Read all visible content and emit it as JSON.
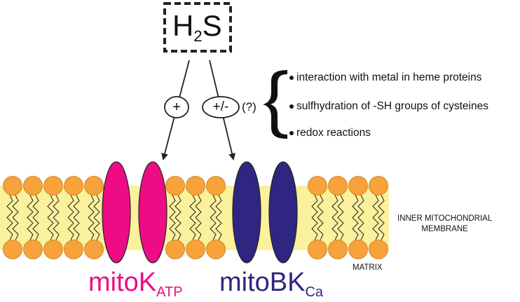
{
  "molecule": {
    "main": "H",
    "sub": "2",
    "tail": "S"
  },
  "effects": {
    "katp": "+",
    "bkca": "+/-",
    "uncertain": "(?)"
  },
  "mechanisms": [
    "interaction with metal in heme proteins",
    "sulfhydration of -SH groups of cysteines",
    "redox reactions"
  ],
  "membrane_label": {
    "line1": "INNER MITOCHONDRIAL",
    "line2": "MEMBRANE"
  },
  "matrix_label": "MATRIX",
  "channels": {
    "katp": {
      "main": "mitoK",
      "sub": "ATP",
      "color": "#ee0c84"
    },
    "bkca": {
      "main": "mitoBK",
      "sub": "Ca",
      "color": "#2f2682"
    }
  },
  "colors": {
    "lipid_head": "#f7a23a",
    "bilayer_fill": "#fbf09c",
    "outline": "#222222",
    "bullet": "#111111"
  }
}
